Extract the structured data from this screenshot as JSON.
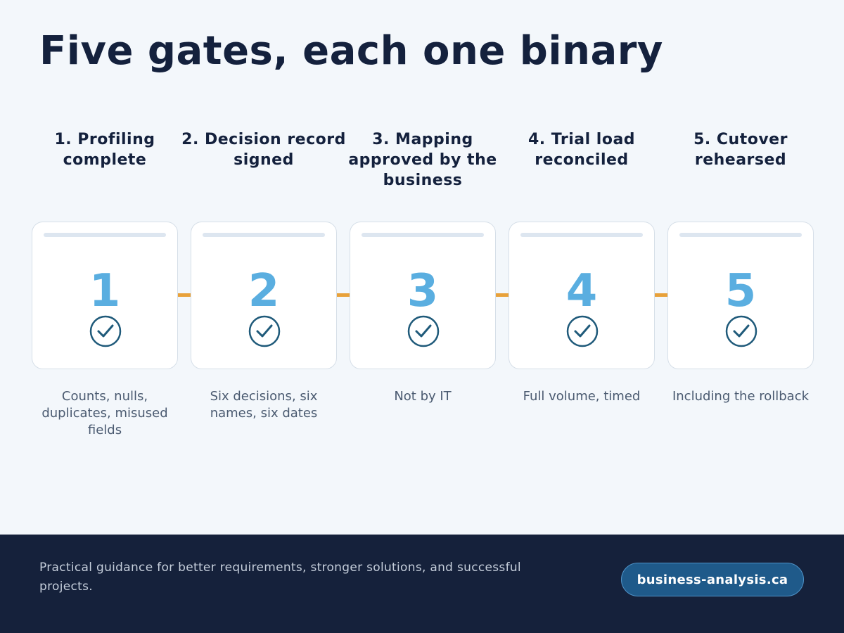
{
  "title": "Five gates, each one binary",
  "gates": [
    {
      "number": "1",
      "title": "1. Profiling complete",
      "description": "Counts, nulls, duplicates, misused fields",
      "status_icon": "check-circle-icon"
    },
    {
      "number": "2",
      "title": "2. Decision record signed",
      "description": "Six decisions, six names, six dates",
      "status_icon": "check-circle-icon"
    },
    {
      "number": "3",
      "title": "3. Mapping approved by the business",
      "description": "Not by IT",
      "status_icon": "check-circle-icon"
    },
    {
      "number": "4",
      "title": "4. Trial load reconciled",
      "description": "Full volume, timed",
      "status_icon": "check-circle-icon"
    },
    {
      "number": "5",
      "title": "5. Cutover rehearsed",
      "description": "Including the rollback",
      "status_icon": "check-circle-icon"
    }
  ],
  "footer": {
    "tagline": "Practical guidance for better requirements, stronger solutions, and successful projects.",
    "site": "business-analysis.ca"
  },
  "colors": {
    "background": "#f3f7fb",
    "title": "#14213d",
    "number": "#5aaee0",
    "check": "#1f5a7a",
    "connector": "#e8a13a",
    "footer": "#15213b",
    "badge": "#1f5a8a"
  }
}
